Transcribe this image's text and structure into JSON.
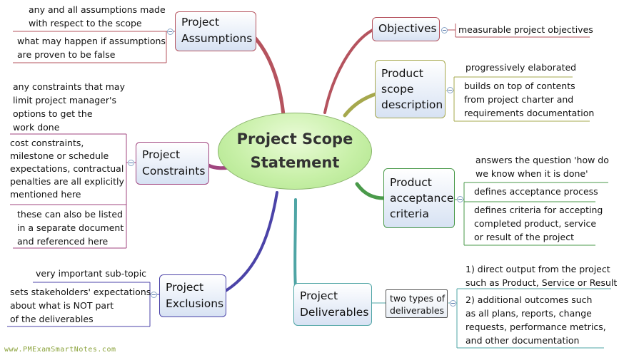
{
  "central": {
    "title": "Project Scope\nStatement"
  },
  "topics": {
    "assumptions": {
      "label": "Project\nAssumptions",
      "color": "#b5535e"
    },
    "constraints": {
      "label": "Project\nConstraints",
      "color": "#a0457f"
    },
    "exclusions": {
      "label": "Project\nExclusions",
      "color": "#4b43a8"
    },
    "objectives": {
      "label": "Objectives",
      "color": "#b5535e"
    },
    "product_scope": {
      "label": "Product\nscope\ndescription",
      "color": "#a6a84d"
    },
    "acceptance": {
      "label": "Product\nacceptance\ncriteria",
      "color": "#4a9a4a"
    },
    "deliverables": {
      "label": "Project\nDeliverables",
      "color": "#4fa5a5"
    }
  },
  "leaves": {
    "assumptions_1": "any and all assumptions made\nwith respect to the scope",
    "assumptions_2": "what may happen if assumptions\nare proven to be false",
    "constraints_1": "any constraints that may\nlimit project manager's\noptions to get the\nwork done",
    "constraints_2": "cost constraints,\nmilestone or schedule\nexpectations, contractual\npenalties are all explicitly\nmentioned here",
    "constraints_3": "these can also be listed\nin a separate document\nand referenced here",
    "exclusions_1": "very important sub-topic",
    "exclusions_2": "sets stakeholders' expectations\nabout what is NOT part\nof the deliverables",
    "objectives_1": "measurable project objectives",
    "product_scope_1": "progressively elaborated",
    "product_scope_2": "builds on top of contents\nfrom project charter and\nrequirements documentation",
    "acceptance_1": "answers the question 'how do\nwe know when it is done'",
    "acceptance_2": "defines acceptance process",
    "acceptance_3": "defines criteria for accepting\ncompleted product, service\nor result of the project",
    "deliverables_sub": "two types of\ndeliverables",
    "deliverables_1": "1) direct output from the project\nsuch as Product, Service or Result",
    "deliverables_2": "2) additional outcomes such\nas all plans, reports, change\nrequests, performance metrics,\nand other documentation"
  },
  "footer": "www.PMExamSmartNotes.com"
}
